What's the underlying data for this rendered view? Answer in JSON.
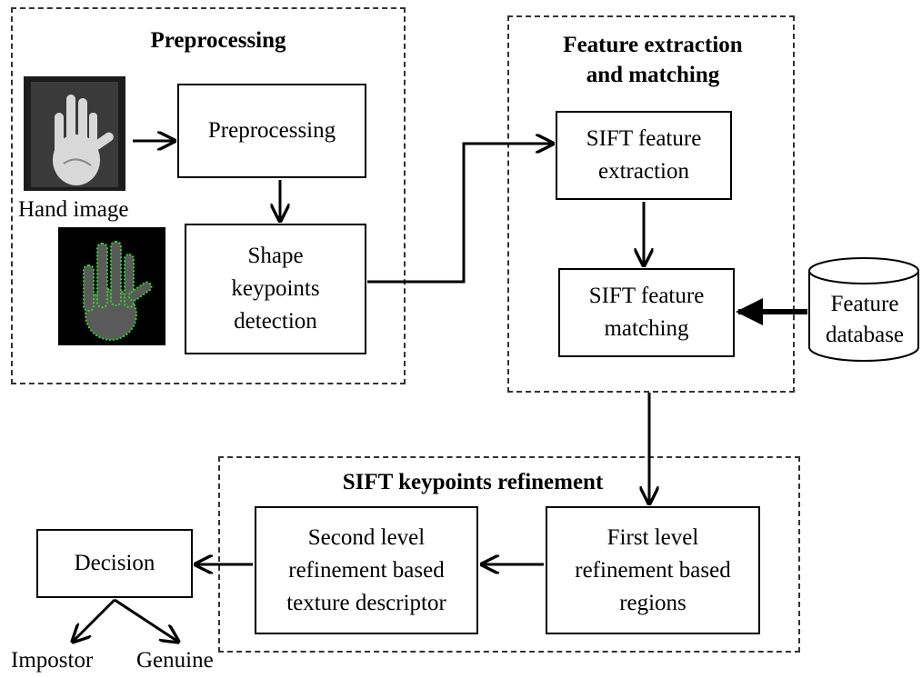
{
  "groups": {
    "preprocessing": "Preprocessing",
    "feature": "Feature extraction\nand matching",
    "refinement": "SIFT keypoints refinement"
  },
  "boxes": {
    "preprocessing": "Preprocessing",
    "shape_keypoints": "Shape\nkeypoints\ndetection",
    "sift_extraction": "SIFT feature\nextraction",
    "sift_matching": "SIFT feature\nmatching",
    "first_level": "First level\nrefinement based\nregions",
    "second_level": "Second level\nrefinement based\ntexture descriptor",
    "decision": "Decision"
  },
  "labels": {
    "hand_image": "Hand image",
    "feature_database": "Feature\ndatabase",
    "impostor": "Impostor",
    "genuine": "Genuine"
  }
}
